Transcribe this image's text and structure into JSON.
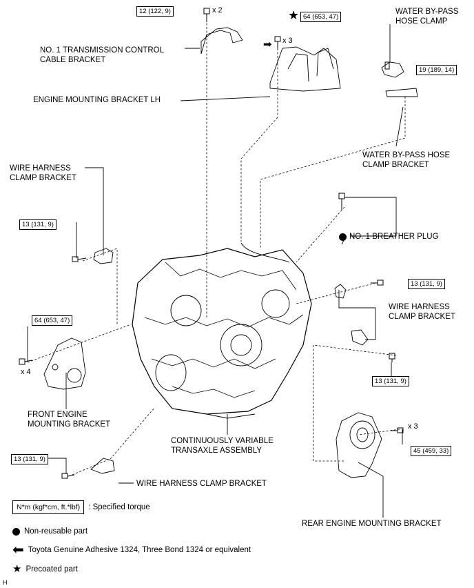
{
  "labels": {
    "cable_bracket": "NO. 1 TRANSMISSION CONTROL\nCABLE BRACKET",
    "engine_mount_lh": "ENGINE MOUNTING BRACKET LH",
    "water_clamp": "WATER BY-PASS\nHOSE CLAMP",
    "water_clamp_bracket": "WATER BY-PASS HOSE\nCLAMP BRACKET",
    "wire_clamp_bracket_left": "WIRE HARNESS\nCLAMP BRACKET",
    "breather_plug": "NO. 1 BREATHER PLUG",
    "wire_clamp_bracket_right": "WIRE HARNESS\nCLAMP BRACKET",
    "front_engine_mount": "FRONT ENGINE\nMOUNTING BRACKET",
    "cvt_assembly": "CONTINUOUSLY VARIABLE\nTRANSAXLE ASSEMBLY",
    "wire_clamp_bracket_bottom": "WIRE HARNESS CLAMP BRACKET",
    "rear_engine_mount": "REAR ENGINE MOUNTING BRACKET"
  },
  "torques": {
    "t1": "12 (122, 9)",
    "t2": "64 (653, 47)",
    "t3": "19 (189, 14)",
    "t4": "13 (131, 9)",
    "t5": "13 (131, 9)",
    "t6": "64 (653, 47)",
    "t7": "13 (131, 9)",
    "t8": "13 (131, 9)",
    "t9": "45 (459, 33)"
  },
  "multipliers": {
    "m1": "x 2",
    "m2": "x 3",
    "m3": "x 4",
    "m4": "x 3"
  },
  "legend": {
    "torque_box": "N*m (kgf*cm, ft.*lbf)",
    "torque_text": ": Specified torque",
    "non_reusable": "Non-reusable part",
    "adhesive": "Toyota Genuine Adhesive 1324, Three Bond 1324 or equivalent",
    "precoated": "Precoated part"
  },
  "corner_letter": "H"
}
